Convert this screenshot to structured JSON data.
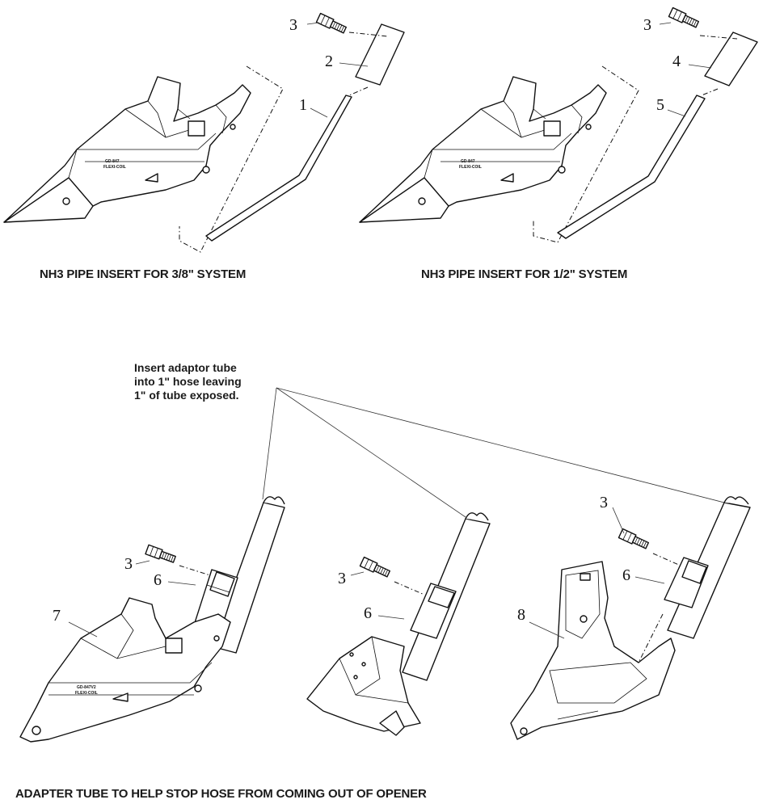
{
  "captions": {
    "nh3_38": "NH3 PIPE INSERT FOR 3/8\" SYSTEM",
    "nh3_12": "NH3 PIPE INSERT FOR 1/2\" SYSTEM",
    "adapter": "ADAPTER TUBE TO HELP STOP HOSE FROM COMING OUT OF OPENER"
  },
  "note": {
    "line1": "Insert adaptor tube",
    "line2": "into 1\" hose leaving",
    "line3": "1\" of tube exposed."
  },
  "callouts": {
    "a_fitting": "3",
    "a_sleeve": "2",
    "a_pipe": "1",
    "b_fitting": "3",
    "b_sleeve": "4",
    "b_pipe": "5",
    "c_fitting": "3",
    "c_tube": "6",
    "c_opener": "7",
    "d_fitting": "3",
    "d_tube": "6",
    "e_fitting": "3",
    "e_tube": "6",
    "e_opener": "8"
  },
  "stamps": {
    "a_line1": "GD-847",
    "a_line2": "FLEXI-COIL",
    "b_line1": "GD-847",
    "b_line2": "FLEXI-COIL",
    "c_line1": "GD-847V2",
    "c_line2": "FLEXI-COIL"
  }
}
